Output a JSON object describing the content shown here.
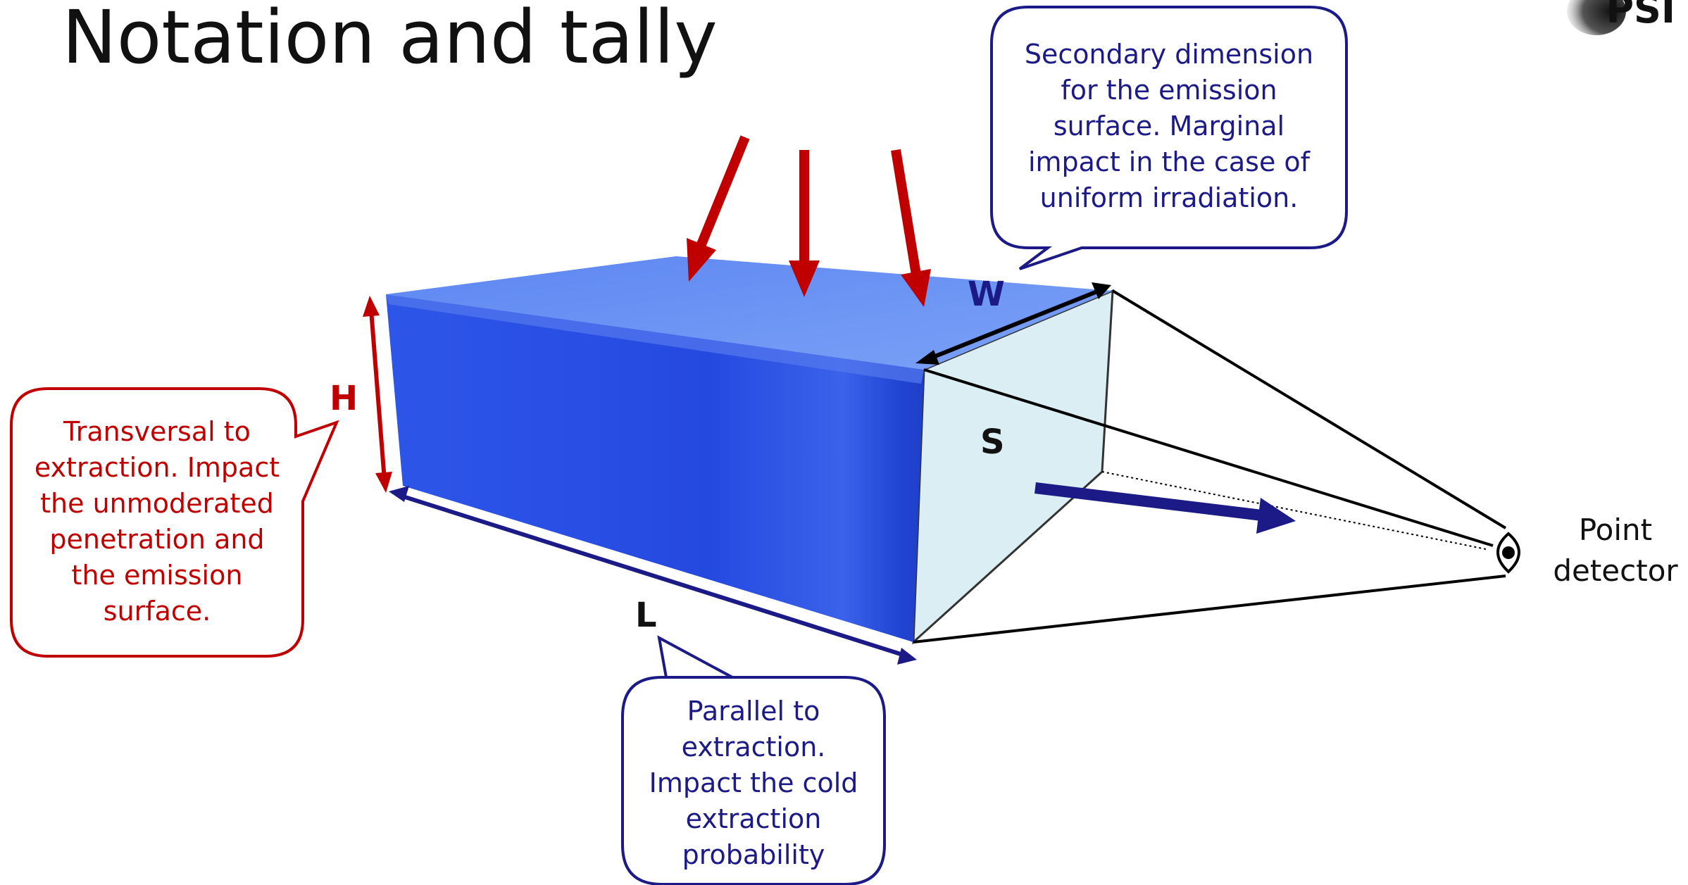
{
  "slide": {
    "title": "Notation and tally",
    "logo_text": "PSI"
  },
  "labels": {
    "H": "H",
    "W": "W",
    "L": "L",
    "S": "S"
  },
  "callouts": {
    "w_note": [
      "Secondary dimension",
      "for the emission",
      "surface. Marginal",
      "impact in the case of",
      "uniform irradiation."
    ],
    "h_note": [
      "Transversal to",
      "extraction. Impact",
      "the unmoderated",
      "penetration and",
      "the emission",
      "surface."
    ],
    "l_note": [
      "Parallel to",
      "extraction.",
      "Impact the cold",
      "extraction",
      "probability"
    ]
  },
  "detector": {
    "label_line1": "Point",
    "label_line2": "detector"
  },
  "colors": {
    "block_front": "#2a55e6",
    "block_top": "#6f97f4",
    "side_face": "#dbeef4",
    "arrow_red": "#c00000",
    "navy": "#1c1a86"
  },
  "icons": [
    "eye-icon",
    "psi-logo"
  ]
}
